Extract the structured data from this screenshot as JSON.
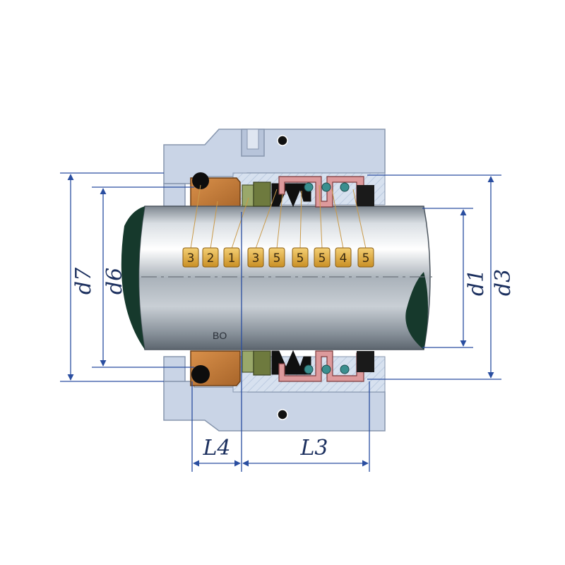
{
  "dimensions": {
    "d7": "d7",
    "d6": "d6",
    "d1": "d1",
    "d3": "d3",
    "L4": "L4",
    "L3": "L3"
  },
  "shaft_text": "BO",
  "part_numbers": [
    "3",
    "2",
    "1",
    "3",
    "5",
    "5",
    "5",
    "4",
    "5"
  ],
  "colors": {
    "gland": "#c9d4e6",
    "gland_edge": "#8796ae",
    "seat": "#c17a35",
    "shaft": "#b8c0c8",
    "shaft_end": "#16392c",
    "bellows_pink": "#dd9a9c",
    "spring": "#3a8e8e",
    "dimension_line": "#2a4ea0",
    "leader": "#c99a4a",
    "badge": "#e2b24a"
  }
}
